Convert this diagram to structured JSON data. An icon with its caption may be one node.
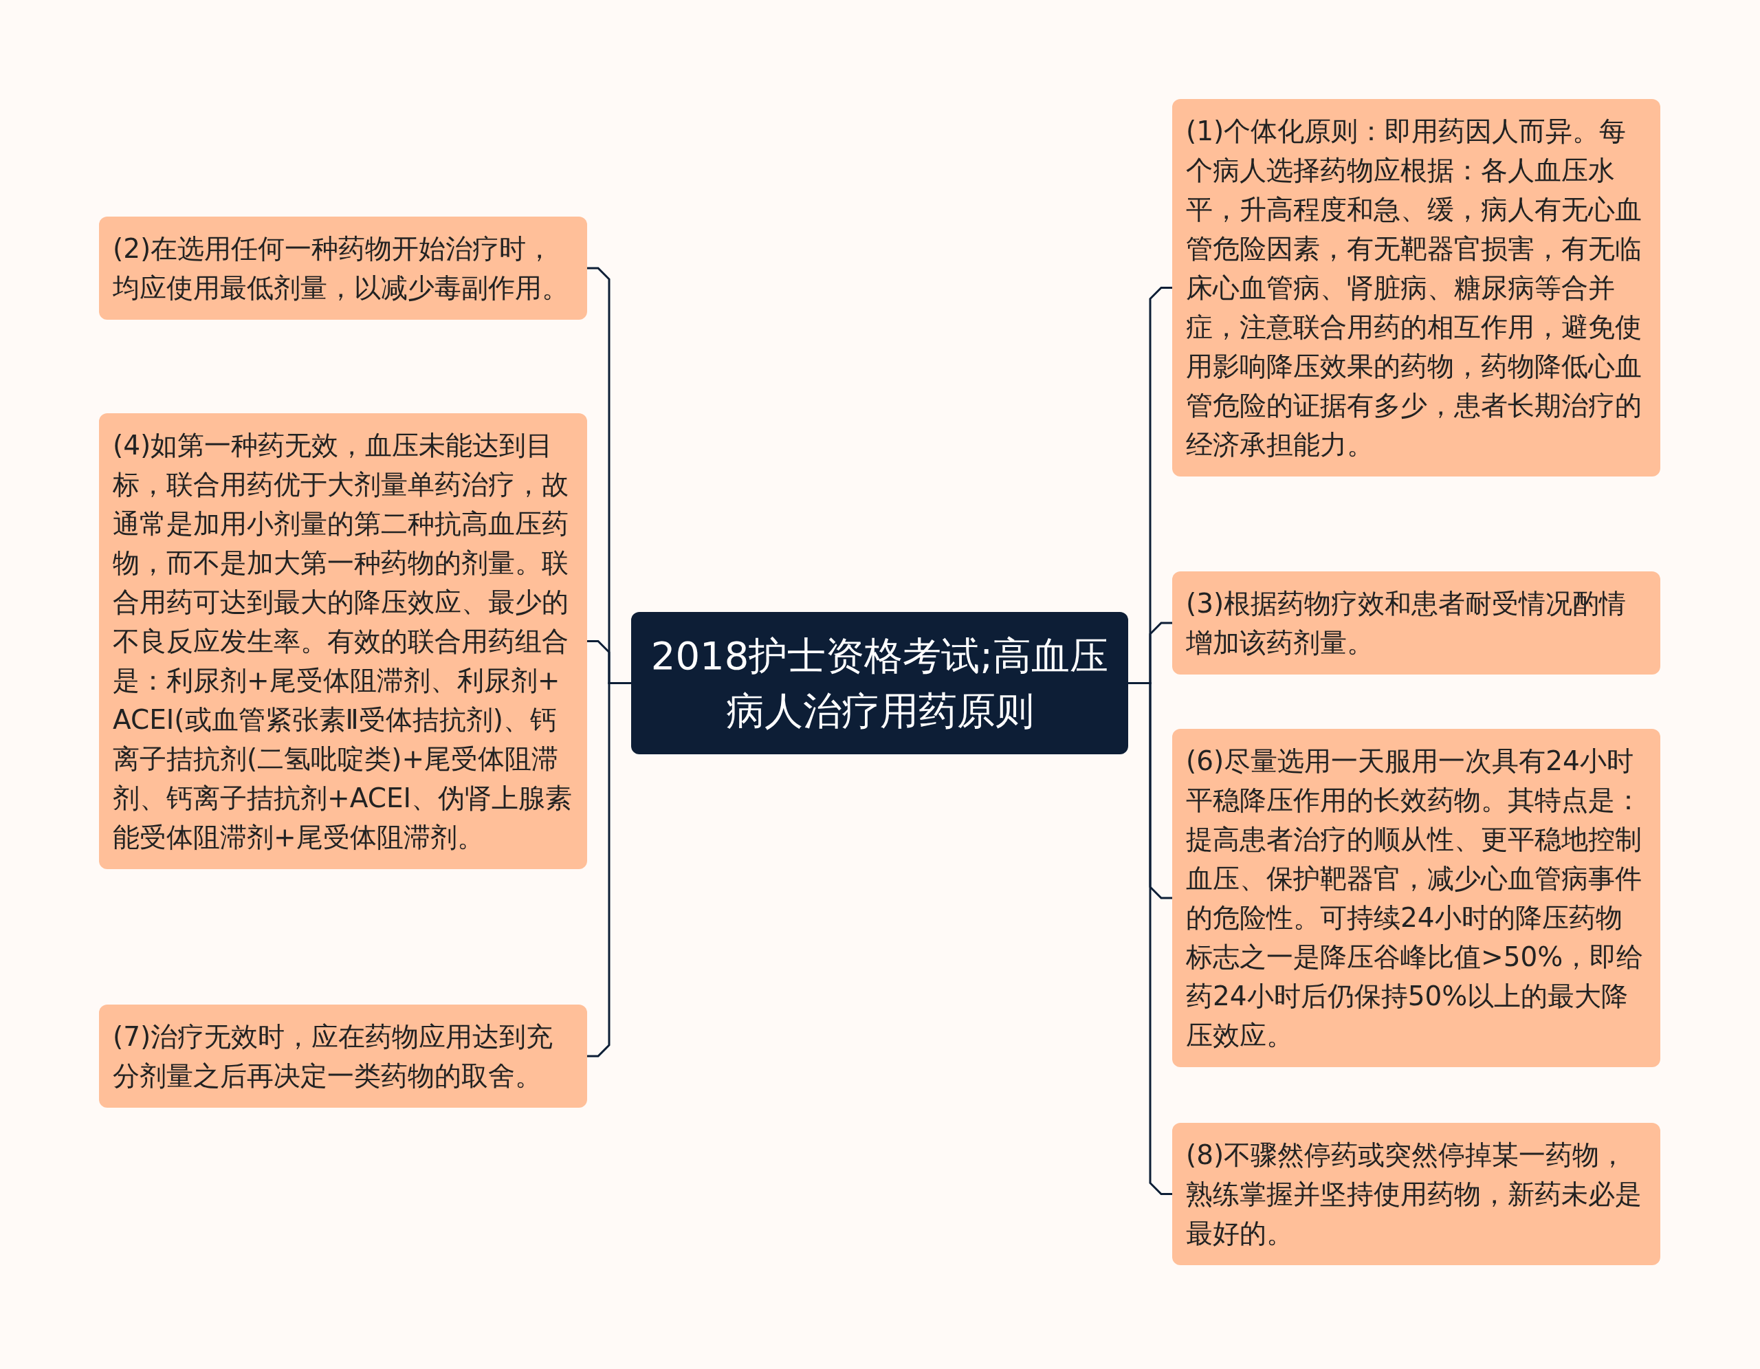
{
  "diagram": {
    "nodes": [
      {
        "text": [
          "2018护士资格考试;高血压病人治疗用药原则"
        ]
      },
      {
        "text": [
          "(2)在选用任何一种药物开始治疗时，均应使用最低剂量，以减少毒副作用。"
        ]
      },
      {
        "text": [
          "(4)如第一种药无效，血压未能达到目标，联合用药优于大剂量单药治疗，故通常是加用小剂量的第二种抗高血压药物，而不是加大第一种药物的剂量。联合用药可达到最大的降压效应、最少的不良反应发生率。有效的联合用药组合是：利尿剂+尾受体阻滞剂、利尿剂+ACEI(或血管紧张素Ⅱ受体拮抗剂)、钙离子拮抗剂(二氢吡啶类)+尾受体阻滞剂、钙离子拮抗剂+ACEI、伪肾上腺素能受体阻滞剂+尾受体阻滞剂。"
        ]
      },
      {
        "text": [
          "(7)治疗无效时，应在药物应用达到充分剂量之后再决定一类药物的取舍。"
        ]
      },
      {
        "text": [
          "(1)个体化原则：即用药因人而异。每个病人选择药物应根据：各人血压水平，升高程度和急、缓，病人有无心血管危险因素，有无靶器官损害，有无临床心血管病、肾脏病、糖尿病等合并症，注意联合用药的相互作用，避免使用影响降压效果的药物，药物降低心血管危险的证据有多少，患者长期治疗的经济承担能力。"
        ]
      },
      {
        "text": [
          "(3)根据药物疗效和患者耐受情况酌情增加该药剂量。"
        ]
      },
      {
        "text": [
          "(6)尽量选用一天服用一次具有24小时平稳降压作用的长效药物。其特点是：提高患者治疗的顺从性、更平稳地控制血压、保护靶器官，减少心血管病事件的危险性。可持续24小时的降压药物标志之一是降压谷峰比值>50%，即给药24小时后仍保持50%以上的最大降压效应。"
        ]
      },
      {
        "text": [
          "(8)不骤然停药或突然停掉某一药物，熟练掌握并坚持使用药物，新药未必是最好的。"
        ]
      }
    ],
    "edges": [
      {
        "from": 0,
        "to": 1,
        "arrow": "none"
      },
      {
        "from": 0,
        "to": 2,
        "arrow": "none"
      },
      {
        "from": 0,
        "to": 3,
        "arrow": "none"
      },
      {
        "from": 0,
        "to": 4,
        "arrow": "none"
      },
      {
        "from": 0,
        "to": 5,
        "arrow": "none"
      },
      {
        "from": 0,
        "to": 6,
        "arrow": "none"
      },
      {
        "from": 0,
        "to": 7,
        "arrow": "none"
      }
    ]
  }
}
